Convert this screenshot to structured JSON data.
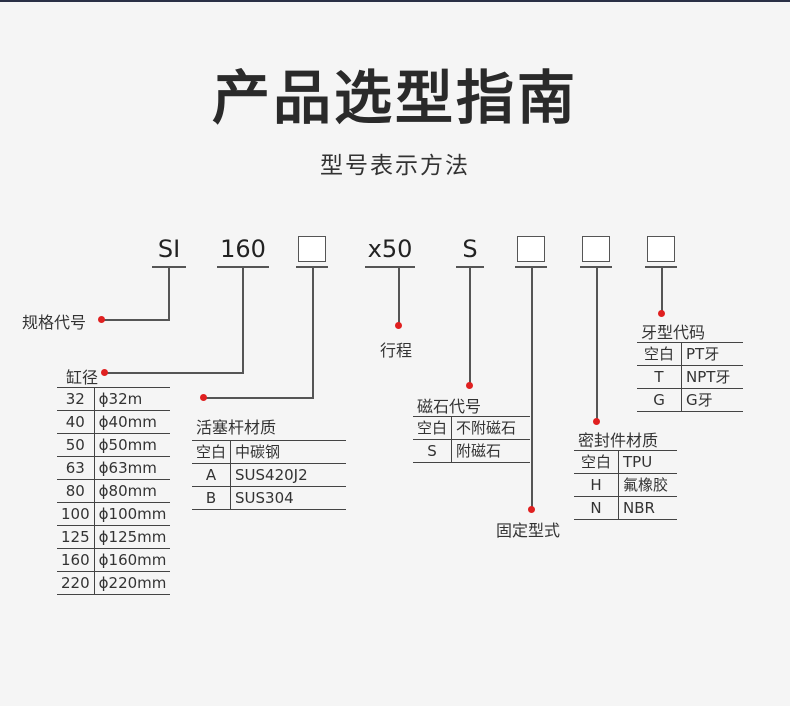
{
  "header": {
    "title": "产品选型指南",
    "subtitle": "型号表示方法"
  },
  "model_code": {
    "series": "SI",
    "bore": "160",
    "stroke": "x50",
    "magnet": "S"
  },
  "labels": {
    "spec_code": "规格代号",
    "bore": "缸径",
    "rod_material": "活塞杆材质",
    "stroke": "行程",
    "magnet_code": "磁石代号",
    "mount_type": "固定型式",
    "seal_material": "密封件材质",
    "thread_code": "牙型代码"
  },
  "tables": {
    "bore": [
      [
        "32",
        "ϕ32m"
      ],
      [
        "40",
        "ϕ40mm"
      ],
      [
        "50",
        "ϕ50mm"
      ],
      [
        "63",
        "ϕ63mm"
      ],
      [
        "80",
        "ϕ80mm"
      ],
      [
        "100",
        "ϕ100mm"
      ],
      [
        "125",
        "ϕ125mm"
      ],
      [
        "160",
        "ϕ160mm"
      ],
      [
        "220",
        "ϕ220mm"
      ]
    ],
    "rod_material": [
      [
        "空白",
        "中碳钢"
      ],
      [
        "A",
        "SUS420J2"
      ],
      [
        "B",
        "SUS304"
      ]
    ],
    "magnet": [
      [
        "空白",
        "不附磁石"
      ],
      [
        "S",
        "附磁石"
      ]
    ],
    "seal": [
      [
        "空白",
        "TPU"
      ],
      [
        "H",
        "氟橡胶"
      ],
      [
        "N",
        "NBR"
      ]
    ],
    "thread": [
      [
        "空白",
        "PT牙"
      ],
      [
        "T",
        "NPT牙"
      ],
      [
        "G",
        "G牙"
      ]
    ]
  },
  "colors": {
    "dot": "#e02020",
    "line": "#555555",
    "title": "#2a2a2a"
  }
}
